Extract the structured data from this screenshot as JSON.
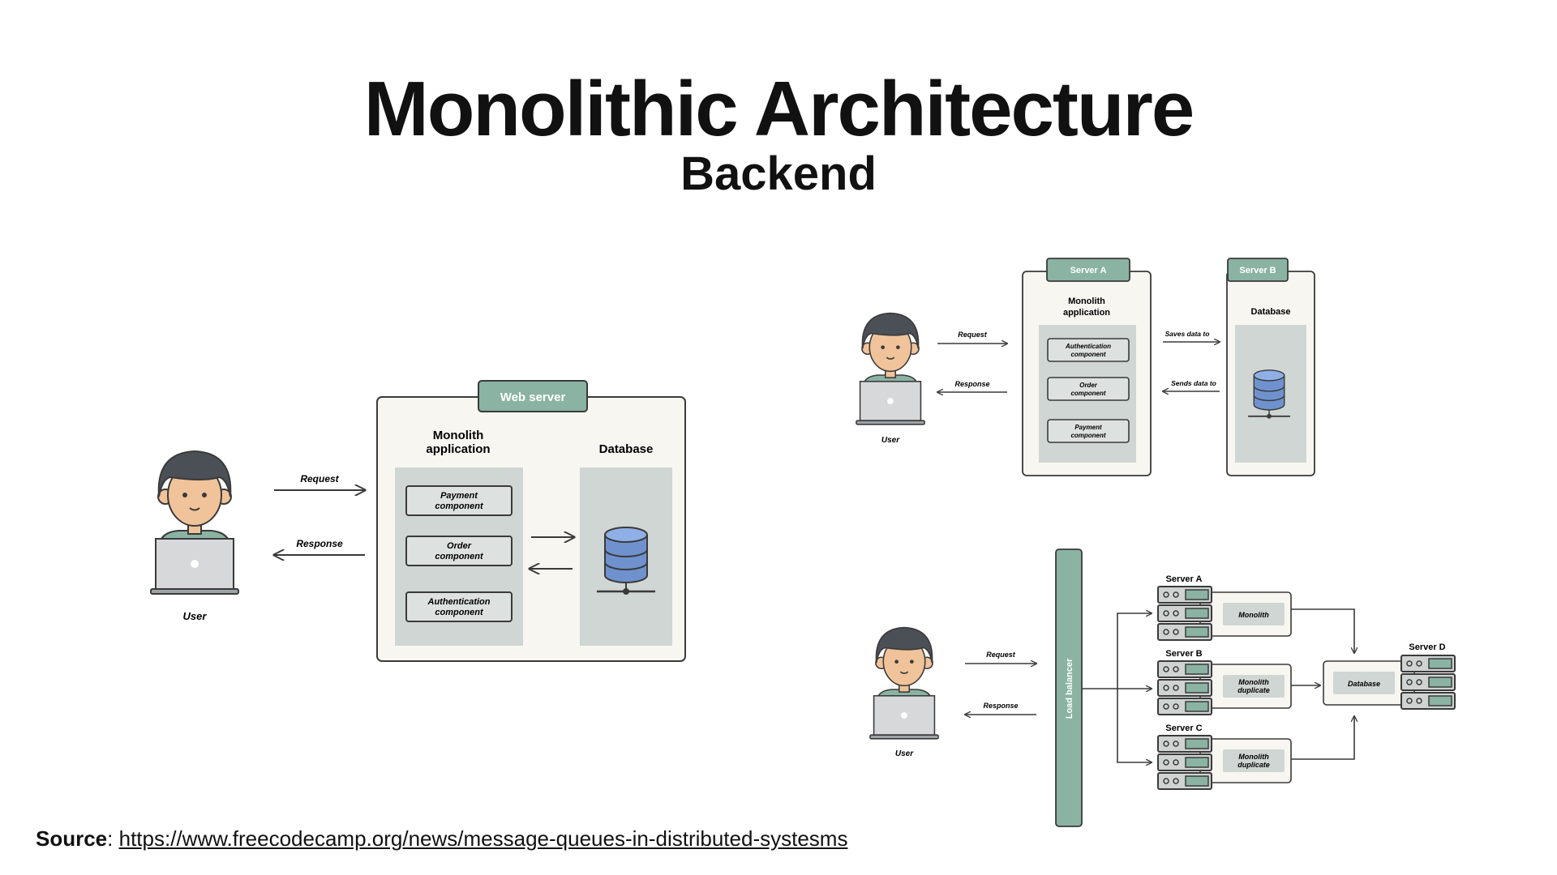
{
  "page": {
    "title": "Monolithic Architecture",
    "subtitle": "Backend"
  },
  "diagram1": {
    "user_label": "User",
    "request_label": "Request",
    "response_label": "Response",
    "server_tab": "Web server",
    "app_title_line1": "Monolith",
    "app_title_line2": "application",
    "db_title": "Database",
    "components": [
      {
        "line1": "Payment",
        "line2": "component"
      },
      {
        "line1": "Order",
        "line2": "component"
      },
      {
        "line1": "Authentication",
        "line2": "component"
      }
    ]
  },
  "diagram2": {
    "user_label": "User",
    "request_label": "Request",
    "response_label": "Response",
    "server_a_tab": "Server A",
    "server_b_tab": "Server B",
    "app_title_line1": "Monolith",
    "app_title_line2": "application",
    "db_title": "Database",
    "saves_label": "Saves data to",
    "sends_label": "Sends data to",
    "components": [
      {
        "line1": "Authentication",
        "line2": "component"
      },
      {
        "line1": "Order",
        "line2": "component"
      },
      {
        "line1": "Payment",
        "line2": "component"
      }
    ]
  },
  "diagram3": {
    "user_label": "User",
    "request_label": "Request",
    "response_label": "Response",
    "load_balancer_label": "Load balancer",
    "server_a_label": "Server A",
    "server_b_label": "Server B",
    "server_c_label": "Server C",
    "server_d_label": "Server D",
    "monolith_label": "Monolith",
    "duplicate_line1": "Monolith",
    "duplicate_line2": "duplicate",
    "db_label": "Database"
  },
  "source": {
    "label": "Source",
    "separator": ":",
    "url": "https://www.freecodecamp.org/news/message-queues-in-distributed-systesms"
  },
  "colors": {
    "accent_green": "#8ab3a3",
    "panel_bg": "#f8f6f1",
    "inner_panel": "#cfd6d3",
    "component_bg": "#dde1df",
    "stroke": "#3a3a3a",
    "hair": "#4b4f56",
    "skin": "#f0c39a",
    "shirt": "#8ab3a3",
    "laptop": "#d6d8da",
    "db_blue": "#6f92cf"
  }
}
